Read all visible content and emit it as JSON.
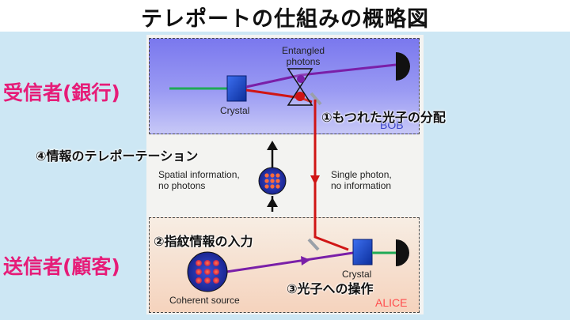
{
  "title": "テレポートの仕組みの概略図",
  "side_labels": {
    "receiver": "受信者(銀行)",
    "sender": "送信者(顧客)"
  },
  "callouts": {
    "step1": "①もつれた光子の分配",
    "step2": "②指紋情報の入力",
    "step3": "③光子への操作",
    "step4": "④情報のテレポーテーション"
  },
  "diagram_text": {
    "entangled": "Entangled\nphotons",
    "crystal_top": "Crystal",
    "crystal_bottom": "Crystal",
    "bob": "BOB",
    "alice": "ALICE",
    "spatial": "Spatial information,\nno photons",
    "single": "Single photon,\nno information",
    "coherent": "Coherent source"
  },
  "colors": {
    "pink": "#e61c78",
    "bob_text": "#3a44c8",
    "alice_text": "#ff4d4d",
    "red_beam": "#d01515",
    "purple_beam": "#7a1fa8",
    "green_beam": "#1faa55"
  }
}
